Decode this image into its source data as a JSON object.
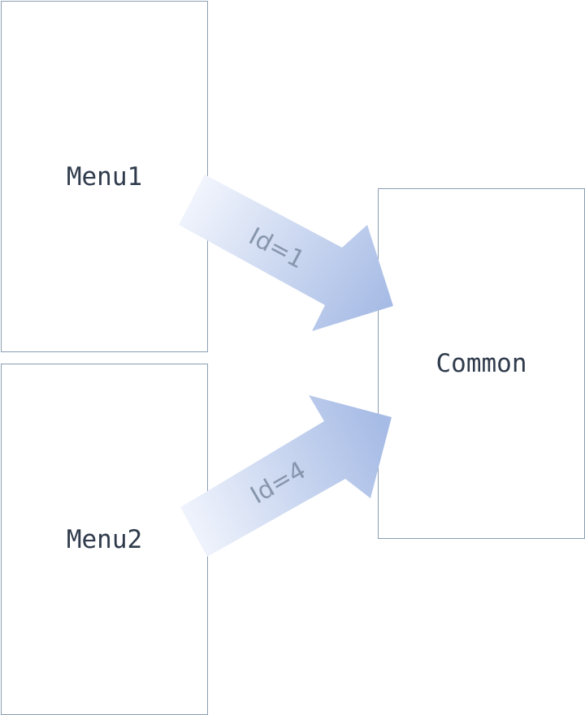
{
  "nodes": {
    "menu1": {
      "label": "Menu1"
    },
    "menu2": {
      "label": "Menu2"
    },
    "common": {
      "label": "Common"
    }
  },
  "edges": {
    "menu1_to_common": {
      "label": "Id=1"
    },
    "menu2_to_common": {
      "label": "Id=4"
    }
  },
  "colors": {
    "border": "#8a9db2",
    "text": "#2f3b4c",
    "arrow_start": "#f3f6fd",
    "arrow_end": "#a6bbe5",
    "arrow_label": "#8796ac"
  }
}
